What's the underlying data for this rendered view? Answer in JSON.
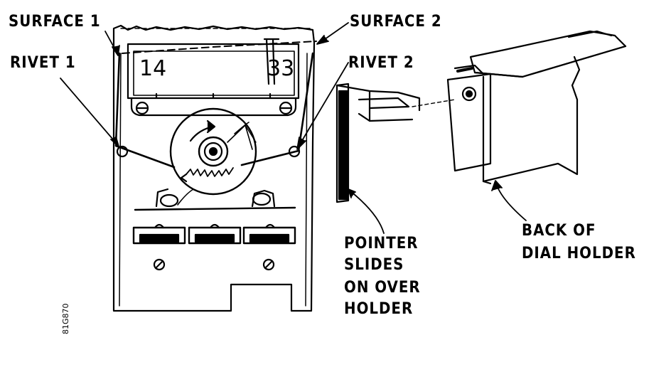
{
  "labels": {
    "surface1": "SURFACE 1",
    "surface2": "SURFACE 2",
    "rivet1": "RIVET 1",
    "rivet2": "RIVET 2",
    "pointer_line1": "POINTER",
    "pointer_line2": "SLIDES",
    "pointer_line3": "ON OVER",
    "pointer_line4": "HOLDER",
    "back_line1": "BACK OF",
    "back_line2": "DIAL HOLDER"
  },
  "dial_numbers": {
    "left": "14",
    "right": "33"
  },
  "figure_code": "81G870",
  "colors": {
    "ink": "#000000",
    "paper": "#ffffff"
  }
}
